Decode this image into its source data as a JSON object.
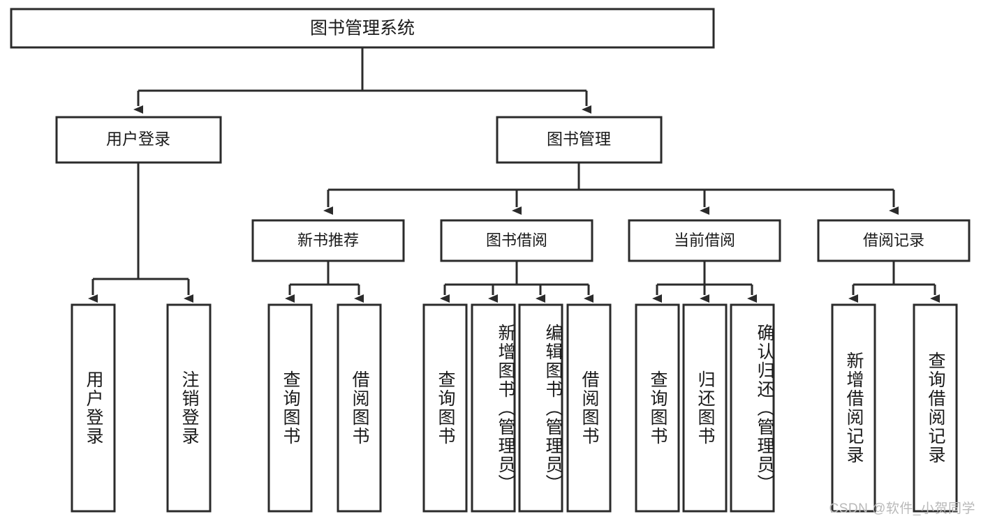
{
  "diagram": {
    "type": "tree-hierarchy",
    "title": "图书管理系统",
    "root": {
      "label": "图书管理系统"
    },
    "level2": [
      {
        "id": "user-login",
        "label": "用户登录"
      },
      {
        "id": "book-management",
        "label": "图书管理"
      }
    ],
    "level3": [
      {
        "id": "new-book-recommend",
        "label": "新书推荐",
        "parent": "book-management"
      },
      {
        "id": "book-borrow",
        "label": "图书借阅",
        "parent": "book-management"
      },
      {
        "id": "current-borrow",
        "label": "当前借阅",
        "parent": "book-management"
      },
      {
        "id": "borrow-record",
        "label": "借阅记录",
        "parent": "book-management"
      }
    ],
    "leaves": [
      {
        "id": "leaf-user-login",
        "label": "用户登录",
        "parent": "user-login"
      },
      {
        "id": "leaf-logout-login",
        "label": "注销登录",
        "parent": "user-login"
      },
      {
        "id": "leaf-query-book-1",
        "label": "查询图书",
        "parent": "new-book-recommend"
      },
      {
        "id": "leaf-borrow-book-1",
        "label": "借阅图书",
        "parent": "new-book-recommend"
      },
      {
        "id": "leaf-query-book-2",
        "label": "查询图书",
        "parent": "book-borrow"
      },
      {
        "id": "leaf-add-book",
        "label": "新增图书（管理员）",
        "parent": "book-borrow"
      },
      {
        "id": "leaf-edit-book",
        "label": "编辑图书（管理员）",
        "parent": "book-borrow"
      },
      {
        "id": "leaf-borrow-book-2",
        "label": "借阅图书",
        "parent": "book-borrow"
      },
      {
        "id": "leaf-query-book-3",
        "label": "查询图书",
        "parent": "current-borrow"
      },
      {
        "id": "leaf-return-book",
        "label": "归还图书",
        "parent": "current-borrow"
      },
      {
        "id": "leaf-confirm-return",
        "label": "确认归还（管理员）",
        "parent": "current-borrow"
      },
      {
        "id": "leaf-add-record",
        "label": "新增借阅记录",
        "parent": "borrow-record"
      },
      {
        "id": "leaf-query-record",
        "label": "查询借阅记录",
        "parent": "borrow-record"
      }
    ],
    "watermark": "CSDN @软件_小贺同学",
    "colors": {
      "stroke": "#2b2b2b",
      "fill": "#ffffff",
      "text": "#1a1a1a",
      "watermark": "#b9b9b9",
      "background": "#ffffff"
    }
  }
}
